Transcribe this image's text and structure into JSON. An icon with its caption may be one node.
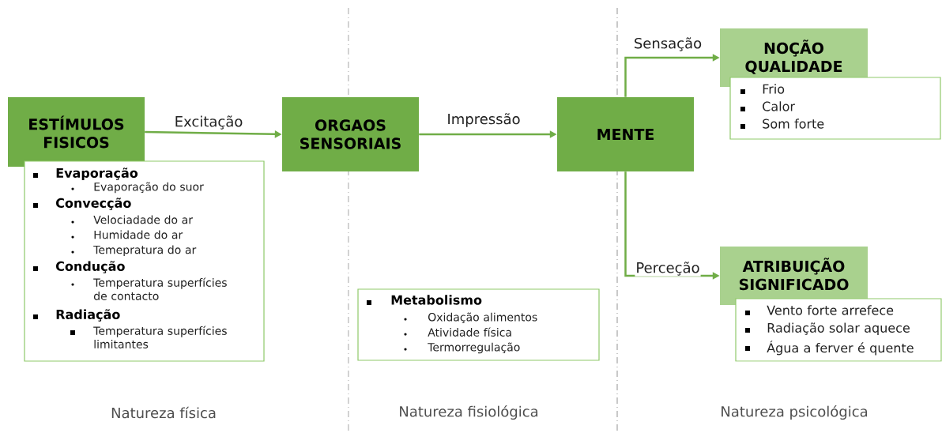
{
  "diagram": {
    "nodes": [
      {
        "text": [
          "ESTÍMULOS FISICOS"
        ]
      },
      {
        "text": [
          "Evaporação",
          "Evaporação do suor",
          "Convecção",
          "Velociadade do ar",
          "Humidade do ar",
          "Temepratura do ar",
          "Condução",
          "Temperatura superfícies de contacto",
          "Radiação",
          "Temperatura superfícies limitantes"
        ]
      },
      {
        "text": [
          "ORGAOS SENSORIAIS"
        ]
      },
      {
        "text": [
          "Metabolismo",
          "Oxidação alimentos",
          "Atividade física",
          "Termorregulação"
        ]
      },
      {
        "text": [
          "MENTE"
        ]
      },
      {
        "text": [
          "NOÇÃO QUALIDADE"
        ]
      },
      {
        "text": [
          "Frio",
          "Calor",
          "Som forte"
        ]
      },
      {
        "text": [
          "ATRIBUIÇÃO SIGNIFICADO"
        ]
      },
      {
        "text": [
          "Vento forte arrefece",
          "Radiação solar aquece",
          "Água a ferver é quente"
        ]
      }
    ],
    "edges": [
      {
        "from": 0,
        "to": 2,
        "arrow": "to",
        "label": "Excitação"
      },
      {
        "from": 2,
        "to": 4,
        "arrow": "to",
        "label": "Impressão"
      },
      {
        "from": 4,
        "to": 5,
        "arrow": "to",
        "label": "Sensação"
      },
      {
        "from": 4,
        "to": 7,
        "arrow": "to",
        "label": "Perceção"
      }
    ],
    "labels": [
      "Natureza física",
      "Natureza fisiológica",
      "Natureza psicológica"
    ]
  }
}
